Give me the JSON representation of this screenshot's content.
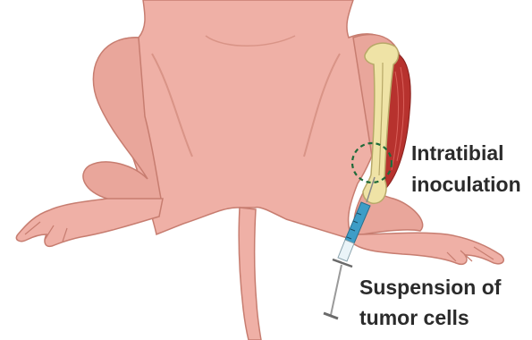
{
  "labels": {
    "intratibial_line1": "Intratibial",
    "intratibial_line2": "inoculation",
    "suspension_line1": "Suspension of",
    "suspension_line2": "tumor cells"
  },
  "colors": {
    "skin": "#efb0a6",
    "skin_shadow": "#d99487",
    "skin_outline": "#c77d70",
    "bone": "#efe3a6",
    "bone_outline": "#b7a868",
    "muscle": "#b7322e",
    "marker_circle": "#1f6b3a",
    "syringe_fluid": "#3d9dc7",
    "needle": "#8a8a8a",
    "label_text": "#2b2b2b"
  },
  "icons": {
    "syringe": "syringe-icon",
    "injection_site_marker": "dashed-circle-icon"
  }
}
